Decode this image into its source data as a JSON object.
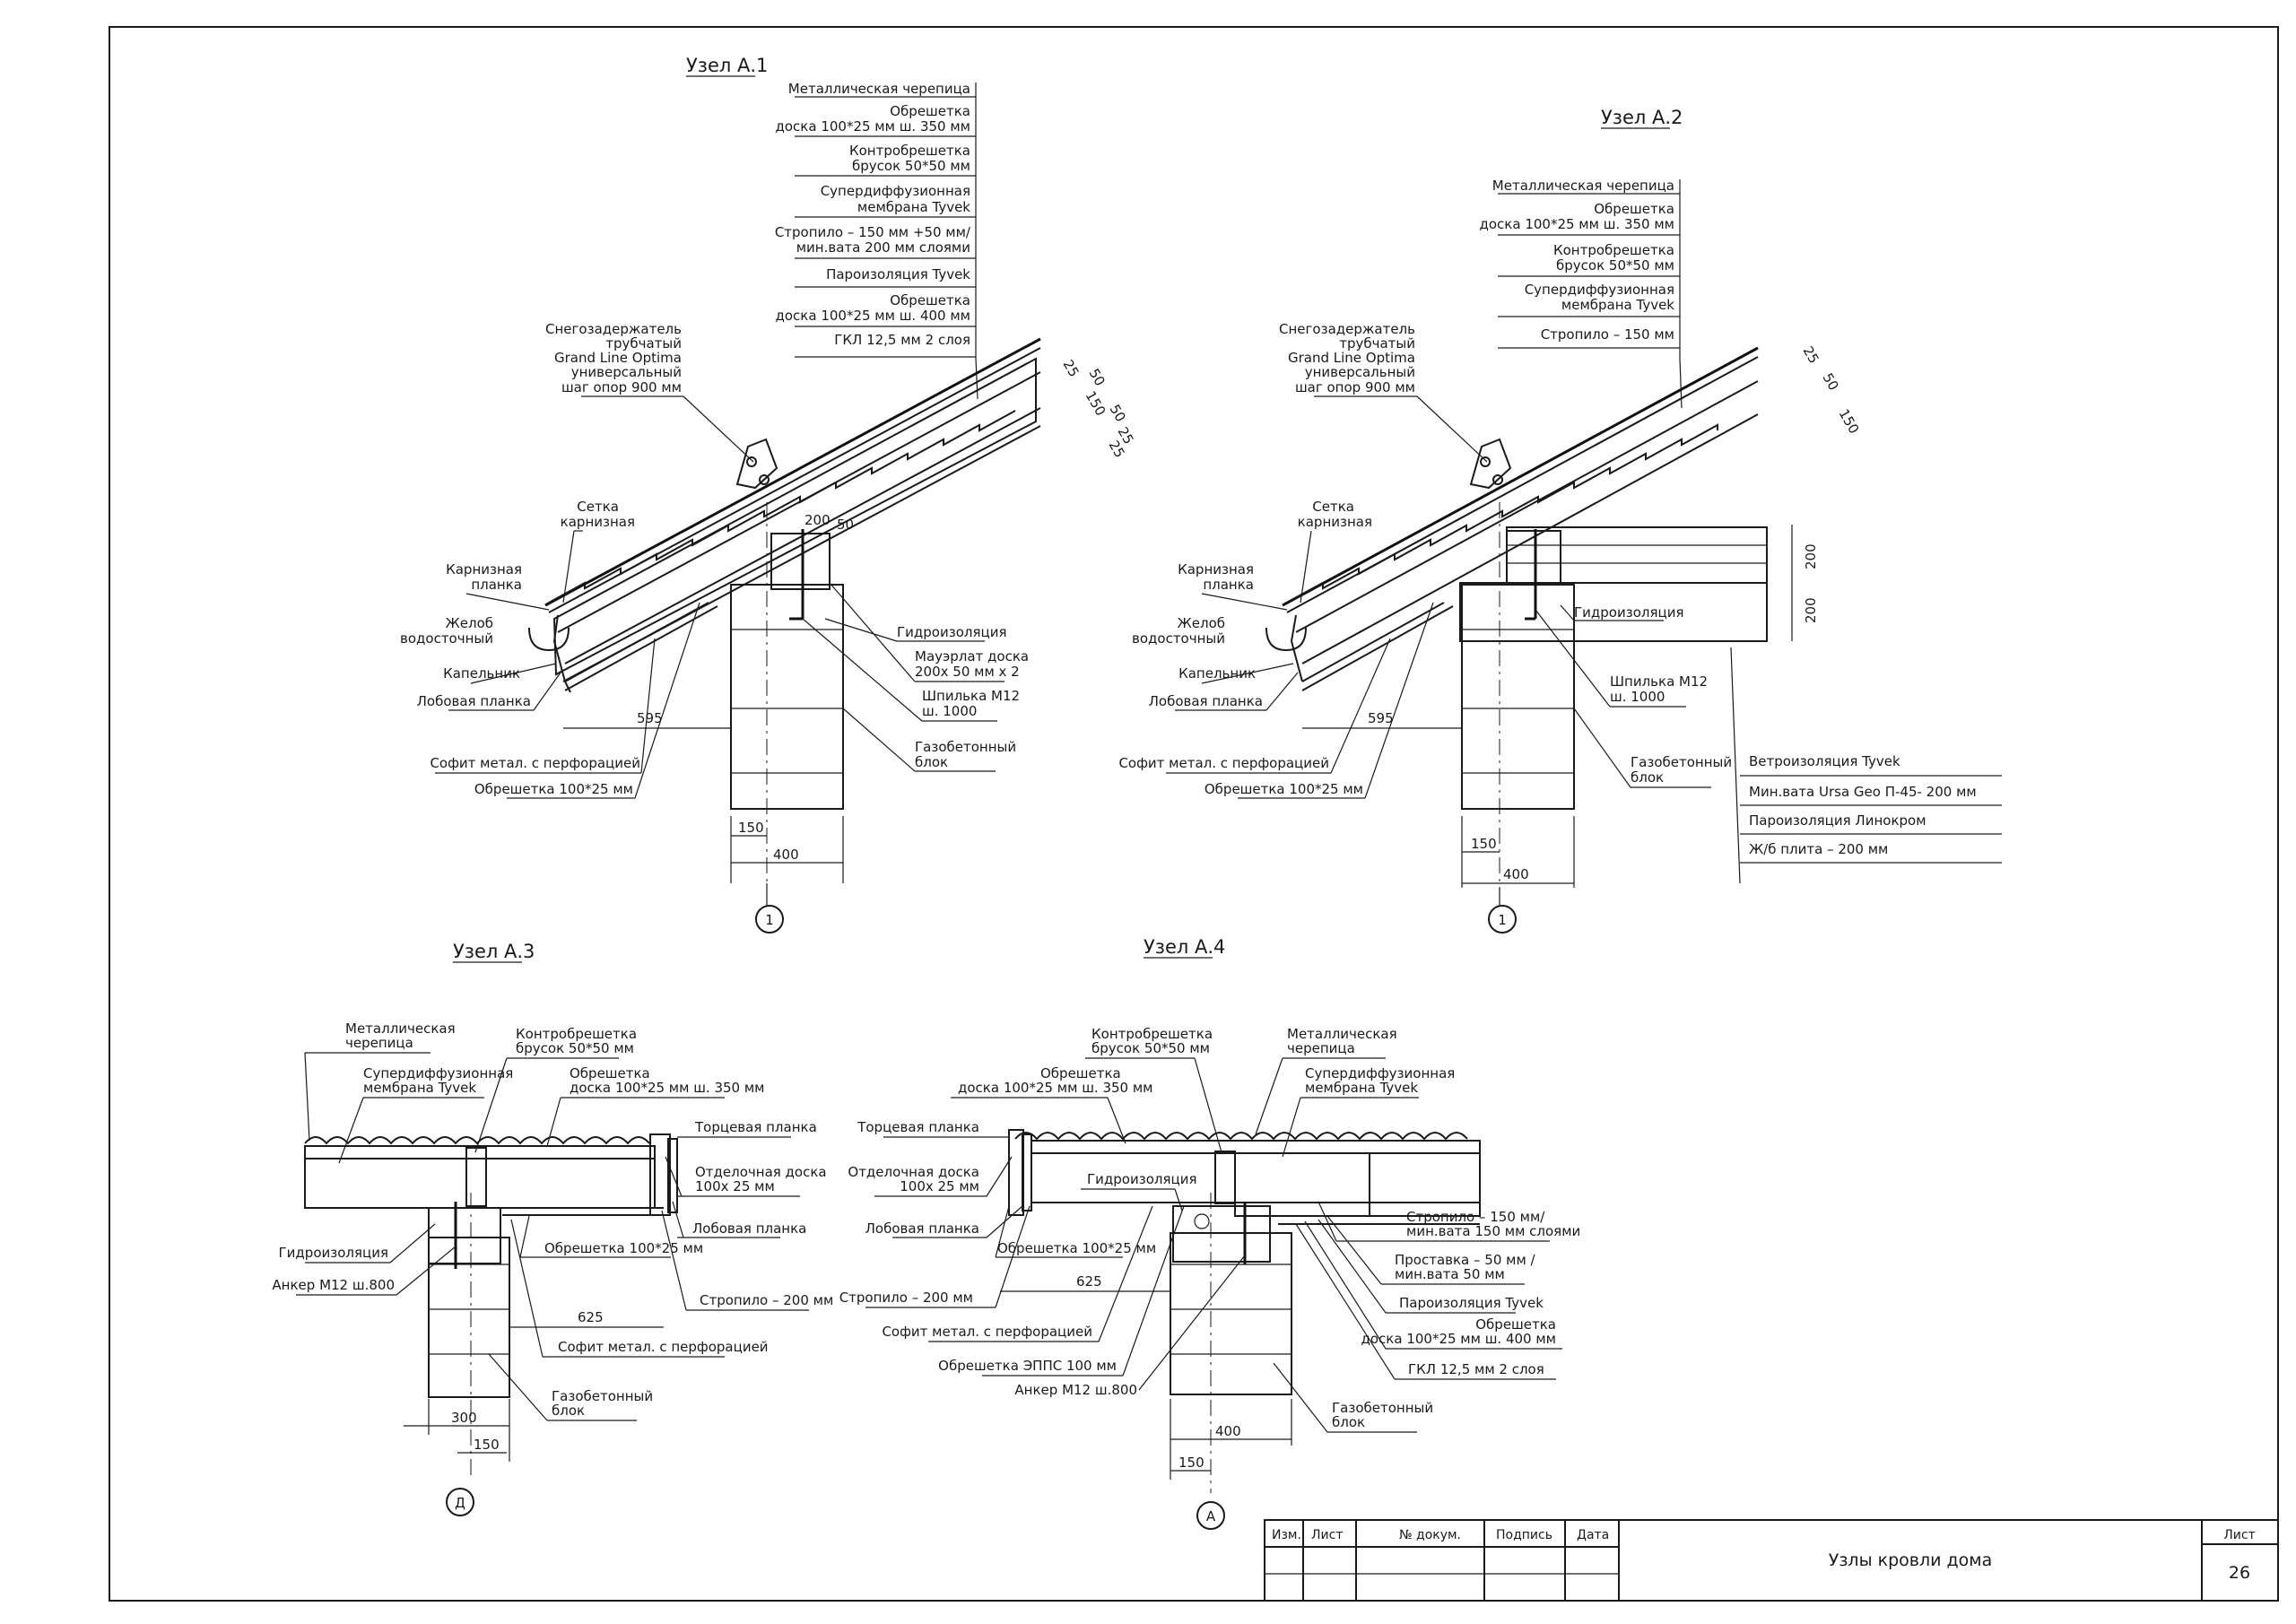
{
  "nodes": {
    "a1": {
      "title": "Узел А.1",
      "stack": [
        "Металлическая черепица",
        "Обрешетка",
        "доска 100*25 мм ш. 350 мм",
        "Контробрешетка",
        "брусок 50*50 мм",
        "Супердиффузионная",
        "мембрана Tyvek",
        "Стропило – 150 мм +50 мм/",
        "мин.вата 200 мм слоями",
        "Пароизоляция Tyvek",
        "Обрешетка",
        "доска 100*25 мм ш. 400 мм",
        "ГКЛ 12,5 мм 2 слоя"
      ],
      "left": [
        "Снегозадержатель",
        "трубчатый",
        "Grand Line Optima",
        "универсальный",
        "шаг опор 900 мм",
        "Сетка",
        "карнизная",
        "Карнизная",
        "планка",
        "Желоб",
        "водосточный",
        "Капельник",
        "Лобовая планка",
        "Софит метал. с перфорацией",
        "Обрешетка 100*25 мм"
      ],
      "right": [
        "Гидроизоляция",
        "Мауэрлат доска",
        "200х 50 мм х 2",
        "Шпилька М12",
        "ш. 1000",
        "Газобетонный",
        "блок"
      ],
      "dims": [
        "200",
        "50",
        "595",
        "150",
        "400",
        "25",
        "50",
        "150",
        "50",
        "25",
        "25"
      ],
      "axis": "1"
    },
    "a2": {
      "title": "Узел А.2",
      "stack": [
        "Металлическая черепица",
        "Обрешетка",
        "доска 100*25 мм ш. 350 мм",
        "Контробрешетка",
        "брусок 50*50 мм",
        "Супердиффузионная",
        "мембрана Tyvek",
        "Стропило – 150 мм"
      ],
      "left": [
        "Снегозадержатель",
        "трубчатый",
        "Grand Line Optima",
        "универсальный",
        "шаг опор 900 мм",
        "Сетка",
        "карнизная",
        "Карнизная",
        "планка",
        "Желоб",
        "водосточный",
        "Капельник",
        "Лобовая планка",
        "Софит метал. с перфорацией",
        "Обрешетка 100*25 мм"
      ],
      "right": [
        "Гидроизоляция",
        "Шпилька М12",
        "ш. 1000",
        "Газобетонный",
        "блок"
      ],
      "floor": [
        "Ветроизоляция Tyvek",
        "Мин.вата Ursa Geo П-45- 200 мм",
        "Пароизоляция Линокром",
        "Ж/б плита  – 200 мм"
      ],
      "dims": [
        "595",
        "150",
        "400",
        "200",
        "200",
        "25",
        "50",
        "150"
      ],
      "axis": "1"
    },
    "a3": {
      "title": "Узел А.3",
      "labels": [
        "Металлическая",
        "черепица",
        "Супердиффузионная",
        "мембрана Tyvek",
        "Контробрешетка",
        "брусок 50*50 мм",
        "Обрешетка",
        "доска 100*25 мм ш. 350 мм",
        "Торцевая планка",
        "Отделочная доска",
        "100х 25 мм",
        "Лобовая планка",
        "Гидроизоляция",
        "Анкер М12 ш.800",
        "Обрешетка 100*25 мм",
        "Стропило – 200 мм",
        "Софит метал. с перфорацией",
        "Газобетонный",
        "блок"
      ],
      "dims": [
        "625",
        "300",
        "150"
      ],
      "axis": "Д"
    },
    "a4": {
      "title": "Узел А.4",
      "labels": [
        "Контробрешетка",
        "брусок 50*50 мм",
        "Обрешетка",
        "доска 100*25 мм ш. 350 мм",
        "Металлическая",
        "черепица",
        "Супердиффузионная",
        "мембрана Tyvek",
        "Торцевая планка",
        "Отделочная доска",
        "100х 25 мм",
        "Гидроизоляция",
        "Лобовая планка",
        "Обрешетка 100*25 мм",
        "Стропило – 200 мм",
        "Софит метал. с перфорацией",
        "Обрешетка ЭППС 100 мм",
        "Анкер М12 ш.800",
        "Стропило – 150 мм/",
        "мин.вата 150 мм слоями",
        "Проставка – 50 мм /",
        "мин.вата 50 мм",
        "Пароизоляция Tyvek",
        "Обрешетка",
        "доска 100*25 мм ш. 400 мм",
        "ГКЛ 12,5 мм 2 слоя",
        "Газобетонный",
        "блок"
      ],
      "dims": [
        "625",
        "400",
        "150"
      ],
      "axis": "А"
    }
  },
  "title_block": {
    "headers": [
      "Изм.",
      "Лист",
      "№ докум.",
      "Подпись",
      "Дата"
    ],
    "sheet_title": "Узлы кровли дома",
    "sheet_label": "Лист",
    "sheet_number": "26"
  }
}
